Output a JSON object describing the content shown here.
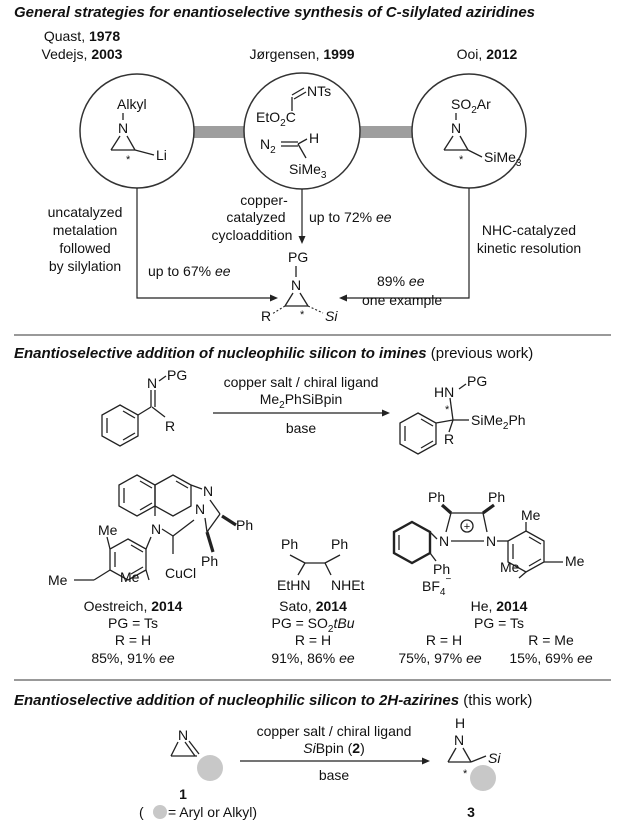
{
  "section1": {
    "heading": "General strategies for enantioselective synthesis of C-silylated aziridines",
    "left": {
      "ref1": "Quast, ",
      "year1": "1978",
      "ref2": "Vedejs, ",
      "year2": "2003",
      "substituent": "Alkyl",
      "n": "N",
      "star": "*",
      "metal": "Li",
      "desc1": "uncatalyzed",
      "desc2": "metalation",
      "desc3": "followed",
      "desc4": "by silylation",
      "ee_value": "up to 67% ",
      "ee_unit": "ee"
    },
    "middle": {
      "ref": "Jørgensen, ",
      "year": "1999",
      "ester": "EtO",
      "ester_sub": "2",
      "ester_c": "C",
      "nts": "NTs",
      "n2": "N",
      "n2_sub": "2",
      "h": "H",
      "sime": "SiMe",
      "sime_sub": "3",
      "desc1": "copper-",
      "desc2": "catalyzed",
      "desc3": "cycloaddition",
      "ee_value": "up to 72% ",
      "ee_unit": "ee"
    },
    "right": {
      "ref": "Ooi, ",
      "year": "2012",
      "so2": "SO",
      "so2_sub": "2",
      "so2_ar": "Ar",
      "n": "N",
      "star": "*",
      "sime": "SiMe",
      "sime_sub": "3",
      "desc1": "NHC-catalyzed",
      "desc2": "kinetic resolution",
      "ee_value": "89% ",
      "ee_unit": "ee",
      "note": "one example"
    },
    "product": {
      "pg": "PG",
      "n": "N",
      "r": "R",
      "star": "*",
      "si": "Si"
    }
  },
  "section2": {
    "heading_bold": "Enantioselective addition of nucleophilic silicon to imines",
    "heading_rest": " (previous work)",
    "substrate": {
      "n": "N",
      "pg": "PG",
      "r": "R"
    },
    "conditions_top": "copper salt / chiral ligand",
    "conditions_reagent_a": "Me",
    "conditions_reagent_sub": "2",
    "conditions_reagent_b": "PhSiBpin",
    "conditions_bottom": "base",
    "product": {
      "hn": "HN",
      "pg": "PG",
      "star": "*",
      "r": "R",
      "sime2": "SiMe",
      "sime2_sub": "2",
      "ph": "Ph"
    },
    "catalysts": [
      {
        "author": "Oestreich, ",
        "year": "2014",
        "pg": "PG = Ts",
        "r": "R = H",
        "yield": "85%, 91% ",
        "ee": "ee",
        "labels": {
          "n1": "N",
          "n2": "N",
          "n3": "N",
          "me1": "Me",
          "me2": "Me",
          "me3": "Me",
          "ph1": "Ph",
          "ph2": "Ph",
          "cucl": "CuCl"
        }
      },
      {
        "author": "Sato, ",
        "year": "2014",
        "pg_a": "PG = SO",
        "pg_sub": "2",
        "pg_b": "tBu",
        "r": "R = H",
        "yield": "91%, 86% ",
        "ee": "ee",
        "labels": {
          "ph1": "Ph",
          "ph2": "Ph",
          "ethn": "EtHN",
          "nhet": "NHEt"
        }
      },
      {
        "author": "He, ",
        "year": "2014",
        "pg": "PG = Ts",
        "r1": "R = H",
        "r2": "R = Me",
        "yield1": "75%, 97% ",
        "yield2": "15%, 69% ",
        "ee": "ee",
        "labels": {
          "ph1": "Ph",
          "ph2": "Ph",
          "ph3": "Ph",
          "n1": "N",
          "n2": "N",
          "plus": "+",
          "me1": "Me",
          "me2": "Me",
          "me3": "Me",
          "bf4": "BF",
          "bf4_sub": "4",
          "bf4_sup": "−"
        }
      }
    ]
  },
  "section3": {
    "heading_bold": "Enantioselective addition of nucleophilic silicon to 2H-azirines",
    "heading_rest": " (this work)",
    "conditions_top": "copper salt / chiral ligand",
    "conditions_si": "Si",
    "conditions_mid": "Bpin (",
    "conditions_num": "2",
    "conditions_close": ")",
    "conditions_bottom": "base",
    "substrate": {
      "n": "N",
      "label": "1",
      "legend_open": "( ",
      "legend_text": " = Aryl or Alkyl)"
    },
    "product": {
      "h": "H",
      "n": "N",
      "star": "*",
      "si": "Si",
      "label": "3"
    }
  },
  "colors": {
    "connector_bar": "#9e9e9e",
    "placeholder_group": "#c8c8c8"
  }
}
